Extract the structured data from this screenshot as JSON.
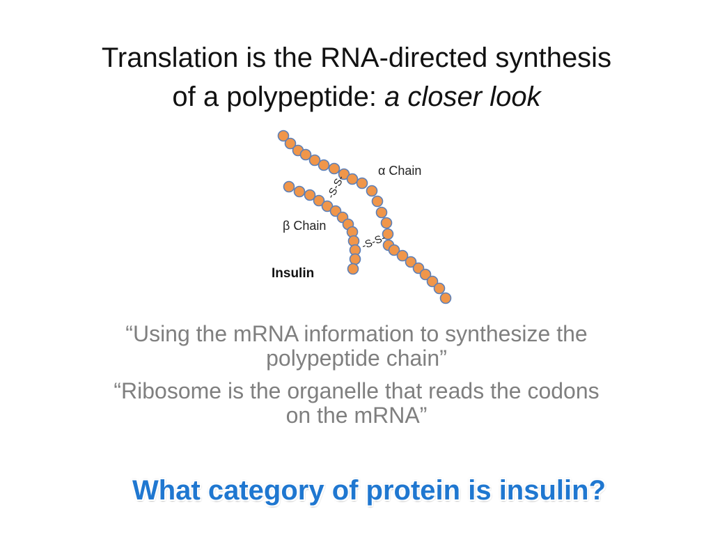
{
  "slide": {
    "title_line1": "Translation is the RNA-directed synthesis",
    "title_line2_normal": "of a polypeptide: ",
    "title_line2_italic": "a closer look",
    "figure": {
      "alpha_label": "α Chain",
      "beta_label": "β Chain",
      "bond_label_1": "-S-S-",
      "bond_label_2": "-S-S-",
      "caption": "Insulin",
      "bead_color": "#f0964a",
      "bead_outline": "#5b7fb8"
    },
    "bullets": [
      "“Using the mRNA information to synthesize the polypeptide chain”",
      "“Ribosome is the organelle that reads the codons on the mRNA”"
    ],
    "question": "What category of protein is insulin?",
    "colors": {
      "title": "#111111",
      "bullet_text": "#7f7f7f",
      "question": "#1f77d0"
    }
  }
}
